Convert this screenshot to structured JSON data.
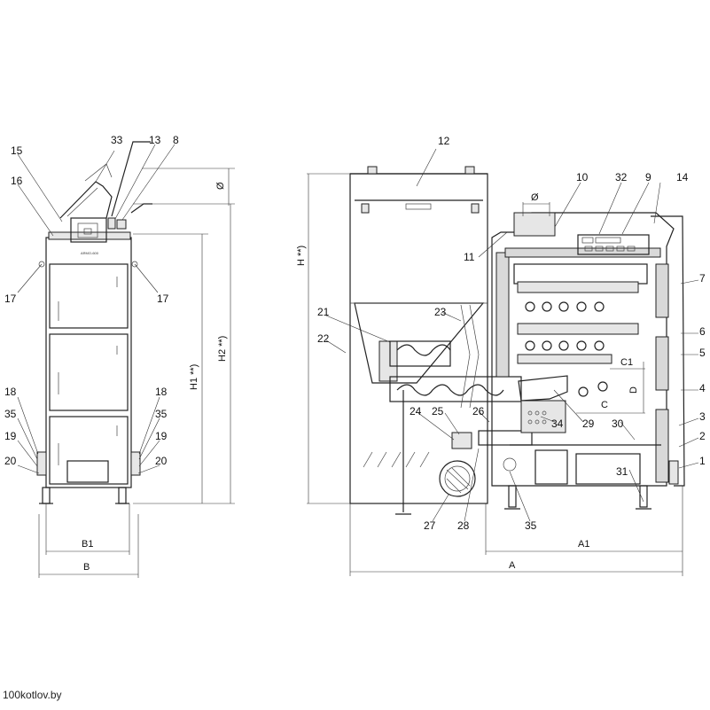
{
  "watermark": "100kotlov.by",
  "front_view": {
    "callouts": [
      "33",
      "13",
      "8",
      "15",
      "16",
      "17",
      "17",
      "18",
      "35",
      "19",
      "20",
      "18",
      "35",
      "19",
      "20"
    ],
    "dimensions": {
      "b1": "B1",
      "b": "B",
      "h1": "H1 **)",
      "h2": "H2 **)",
      "dia": "Ø"
    },
    "badge": "ARMO-600"
  },
  "side_view": {
    "callouts": [
      "12",
      "10",
      "32",
      "9",
      "14",
      "11",
      "7",
      "6",
      "5",
      "4",
      "3",
      "2",
      "1",
      "21",
      "22",
      "23",
      "24",
      "25",
      "26",
      "34",
      "29",
      "30",
      "31",
      "27",
      "28",
      "35"
    ],
    "dimensions": {
      "a": "A",
      "a1": "A1",
      "h": "H **)",
      "dia": "Ø",
      "c": "C",
      "c1": "C1",
      "d": "D"
    }
  }
}
